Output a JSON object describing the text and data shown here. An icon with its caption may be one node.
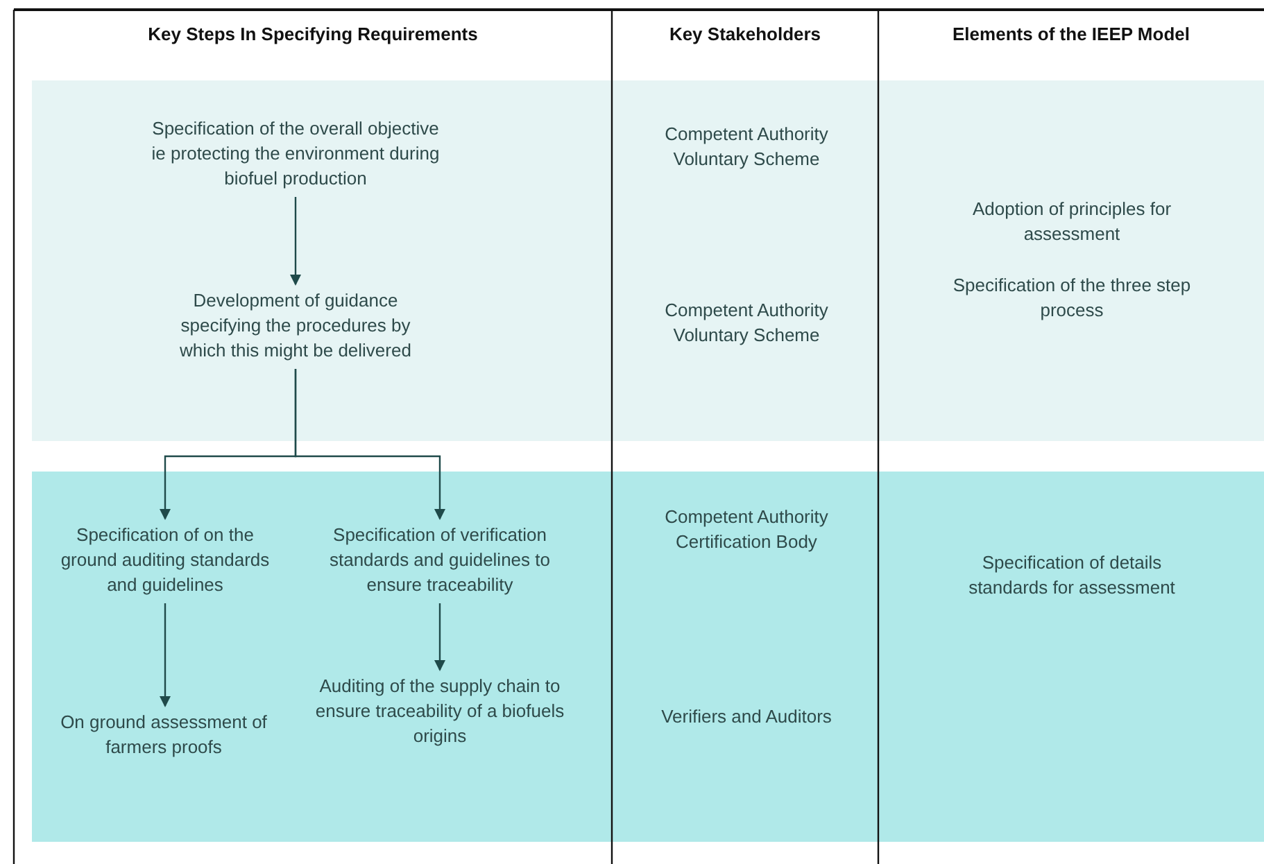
{
  "diagram": {
    "nodes": [
      {
        "text": [],
        "shape": "band"
      },
      {
        "text": [
          "Specification of the overall objective ie protecting the environment during biofuel production"
        ],
        "in": 0
      },
      {
        "text": [
          "Development of guidance specifying the procedures by which this might be delivered"
        ],
        "in": 0
      },
      {
        "text": [],
        "shape": "band"
      },
      {
        "text": [
          "Specification of on the ground auditing standards and guidelines"
        ],
        "in": 3
      },
      {
        "text": [
          "Specification of verification standards and guidelines to ensure traceability"
        ],
        "in": 3
      },
      {
        "text": [
          "On ground assessment of farmers proofs"
        ],
        "in": 3
      },
      {
        "text": [
          "Auditing of the supply chain to ensure traceability of a biofuels origins"
        ],
        "in": 3
      }
    ],
    "edges": [
      {
        "from": 1,
        "to": 2,
        "arrow": "to"
      },
      {
        "from": 2,
        "to": 4,
        "arrow": "to"
      },
      {
        "from": 2,
        "to": 5,
        "arrow": "to"
      },
      {
        "from": 4,
        "to": 6,
        "arrow": "to"
      },
      {
        "from": 5,
        "to": 7,
        "arrow": "to"
      }
    ],
    "labels": [
      "Key Steps In Specifying Requirements",
      "Key Stakeholders",
      "Elements of the IEEP Model",
      "Competent Authority Voluntary Scheme",
      "Adoption of principles for assessment",
      "Specification of the three step process",
      "Competent Authority Voluntary Scheme",
      "Competent Authority Certification Body",
      "Specification of details standards for assessment",
      "Verifiers and Auditors"
    ]
  }
}
